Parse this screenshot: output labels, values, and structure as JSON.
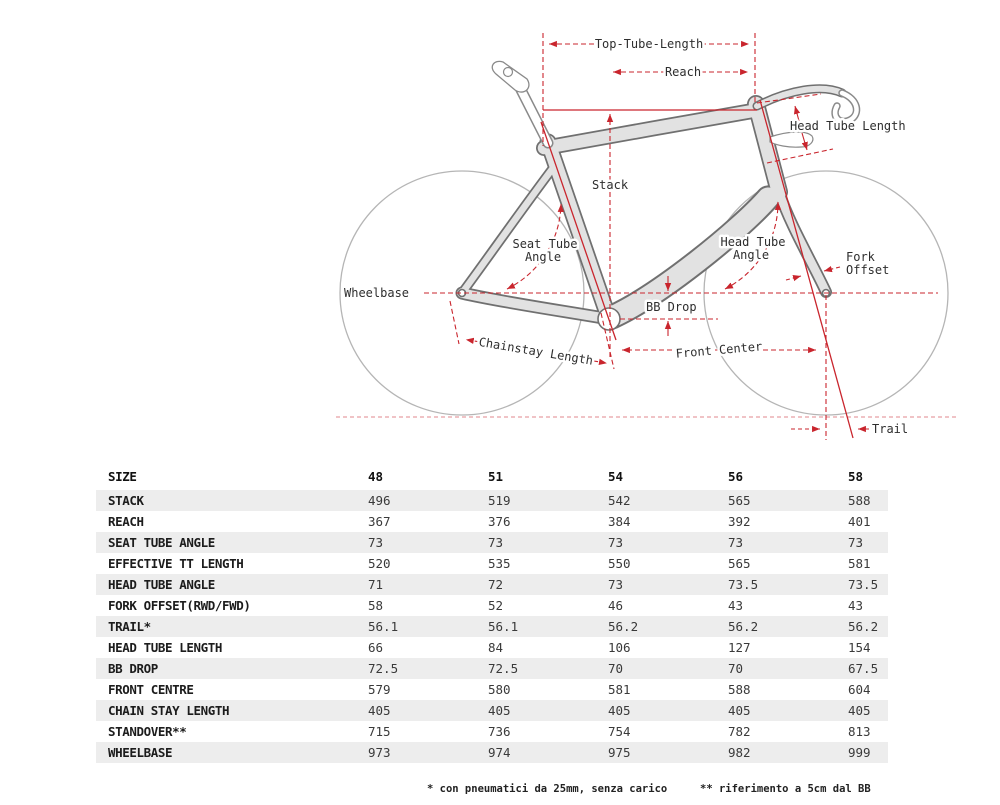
{
  "diagram": {
    "labels": {
      "top_tube_length": "Top-Tube-Length",
      "reach": "Reach",
      "stack": "Stack",
      "head_tube_length": "Head Tube Length",
      "seat_tube_angle_1": "Seat Tube",
      "seat_tube_angle_2": "Angle",
      "head_tube_angle_1": "Head Tube",
      "head_tube_angle_2": "Angle",
      "fork_offset_1": "Fork",
      "fork_offset_2": "Offset",
      "wheelbase": "Wheelbase",
      "bb_drop": "BB Drop",
      "chainstay_length": "Chainstay Length",
      "front_center": "Front Center",
      "trail": "Trail"
    },
    "colors": {
      "dimension_red": "#c9252d",
      "frame_fill": "#e2e2e2",
      "frame_outline": "#707070",
      "wheel_outline": "#b5b5b5"
    }
  },
  "table": {
    "header": [
      "SIZE",
      "48",
      "51",
      "54",
      "56",
      "58"
    ],
    "rows": [
      {
        "label": "STACK",
        "values": [
          "496",
          "519",
          "542",
          "565",
          "588"
        ]
      },
      {
        "label": "REACH",
        "values": [
          "367",
          "376",
          "384",
          "392",
          "401"
        ]
      },
      {
        "label": "SEAT TUBE ANGLE",
        "values": [
          "73",
          "73",
          "73",
          "73",
          "73"
        ]
      },
      {
        "label": "EFFECTIVE TT LENGTH",
        "values": [
          "520",
          "535",
          "550",
          "565",
          "581"
        ]
      },
      {
        "label": "HEAD TUBE ANGLE",
        "values": [
          "71",
          "72",
          "73",
          "73.5",
          "73.5"
        ]
      },
      {
        "label": "FORK OFFSET(RWD/FWD)",
        "values": [
          "58",
          "52",
          "46",
          "43",
          "43"
        ]
      },
      {
        "label": "TRAIL*",
        "values": [
          "56.1",
          "56.1",
          "56.2",
          "56.2",
          "56.2"
        ]
      },
      {
        "label": "HEAD TUBE LENGTH",
        "values": [
          "66",
          "84",
          "106",
          "127",
          "154"
        ]
      },
      {
        "label": "BB DROP",
        "values": [
          "72.5",
          "72.5",
          "70",
          "70",
          "67.5"
        ]
      },
      {
        "label": "FRONT CENTRE",
        "values": [
          "579",
          "580",
          "581",
          "588",
          "604"
        ]
      },
      {
        "label": "CHAIN STAY LENGTH",
        "values": [
          "405",
          "405",
          "405",
          "405",
          "405"
        ]
      },
      {
        "label": "STANDOVER**",
        "values": [
          "715",
          "736",
          "754",
          "782",
          "813"
        ]
      },
      {
        "label": "WHEELBASE",
        "values": [
          "973",
          "974",
          "975",
          "982",
          "999"
        ]
      }
    ]
  },
  "footnotes": {
    "left": "* con pneumatici da 25mm, senza carico",
    "right": "** riferimento a 5cm dal BB"
  }
}
